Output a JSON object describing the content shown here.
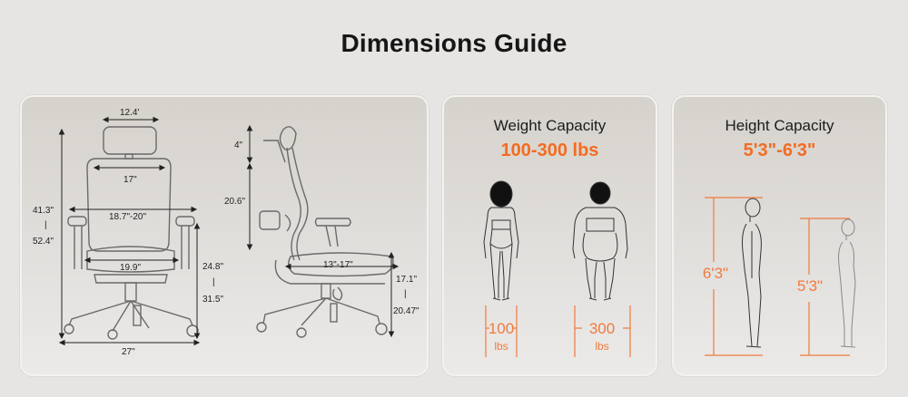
{
  "header": {
    "title": "Dimensions Guide"
  },
  "chair": {
    "front": {
      "headrest_width": "12.4'",
      "backrest_width": "17\"",
      "armrest_span": "18.7\"-20\"",
      "seat_width": "19.9\"",
      "base_width": "27\"",
      "total_height_min": "41.3\"",
      "total_height_sep": "|",
      "total_height_max": "52.4\"",
      "armrest_height_min": "24.8\"",
      "armrest_height_sep": "|",
      "armrest_height_max": "31.5\""
    },
    "side": {
      "headrest_adjust": "4\"",
      "backrest_height": "20.6\"",
      "seat_depth": "13\"-17\"",
      "seat_height_min": "17.1\"",
      "seat_height_sep": "|",
      "seat_height_max": "20.47\""
    }
  },
  "weight": {
    "title": "Weight Capacity",
    "value": "100-300 lbs",
    "min": {
      "number": "100",
      "unit": "lbs"
    },
    "max": {
      "number": "300",
      "unit": "lbs"
    }
  },
  "height": {
    "title": "Height Capacity",
    "value": "5'3\"-6'3\"",
    "tall": "6'3\"",
    "short": "5'3\""
  },
  "colors": {
    "accent": "#f26c21",
    "line": "#ef7a3f",
    "background": "#e6e5e3"
  }
}
